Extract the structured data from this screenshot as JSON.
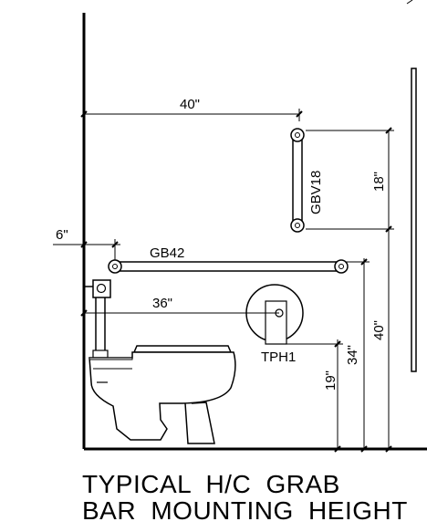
{
  "diagram": {
    "dimensions": {
      "grab_bar_offset": "40\"",
      "wall_offset": "6\"",
      "tp_offset": "36\"",
      "vertical_bar_length": "18\"",
      "vertical_bar_height": "40\"",
      "horizontal_bar_height": "34\"",
      "tp_height": "19\""
    },
    "parts": {
      "vertical_grab_bar": "GBV18",
      "horizontal_grab_bar": "GB42",
      "toilet_paper_holder": "TPH1"
    },
    "caption": {
      "line1": "TYPICAL H/C GRAB",
      "line2": "BAR MOUNTING HEIGHT"
    }
  }
}
